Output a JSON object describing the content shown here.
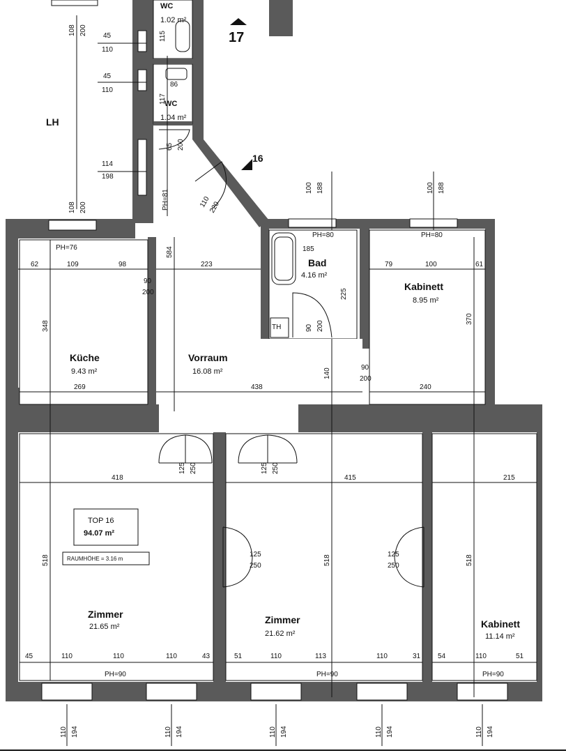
{
  "colors": {
    "wall": "#5a5a5a",
    "outer": "#4d4d4d",
    "line": "#111111",
    "paper": "#ffffff"
  },
  "stair_17": "17",
  "stair_16": "16",
  "rooms": {
    "lh": {
      "name": "LH"
    },
    "wc1": {
      "name": "WC",
      "area": "1.02 m²"
    },
    "wc2": {
      "name": "WC",
      "area": "1.04 m²"
    },
    "bad": {
      "name": "Bad",
      "area": "4.16 m²"
    },
    "kabinett1": {
      "name": "Kabinett",
      "area": "8.95 m²"
    },
    "kueche": {
      "name": "Küche",
      "area": "9.43 m²"
    },
    "vorraum": {
      "name": "Vorraum",
      "area": "16.08 m²"
    },
    "zimmer1": {
      "name": "Zimmer",
      "area": "21.65 m²"
    },
    "zimmer2": {
      "name": "Zimmer",
      "area": "21.62 m²"
    },
    "kabinett2": {
      "name": "Kabinett",
      "area": "11.14 m²"
    }
  },
  "top": {
    "name": "TOP 16",
    "area": "94.07 m²",
    "height": "RAUMHÖHE = 3.16 m"
  },
  "th": "TH",
  "ph": {
    "kueche": "PH=76",
    "bad": "PH=80",
    "kab1": "PH=80",
    "wc": "PH=81",
    "z1": "PH=90",
    "z2": "PH=90",
    "kab2": "PH=90"
  },
  "dims": {
    "lh_w1a": "108",
    "lh_w1b": "200",
    "wc1_a": "45",
    "wc1_b": "110",
    "wc2_a": "45",
    "wc2_b": "110",
    "lh_d_a": "114",
    "lh_d_b": "198",
    "lh_w2a": "108",
    "lh_w2b": "200",
    "wc1_115": "115",
    "wc2_86": "86",
    "wc2_117": "117",
    "wc_door_a": "65",
    "wc_door_b": "200",
    "entry_a": "110",
    "entry_b": "220",
    "bad_win_a": "100",
    "bad_win_b": "188",
    "kab1_win_a": "100",
    "kab1_win_b": "188",
    "k62": "62",
    "k109": "109",
    "k98": "98",
    "v223": "223",
    "b185": "185",
    "k79": "79",
    "k100": "100",
    "k61": "61",
    "v584": "584",
    "kd90": "90",
    "kd200": "200",
    "k348": "348",
    "b225": "225",
    "bd90": "90",
    "bd200": "200",
    "k370": "370",
    "k269": "269",
    "v438": "438",
    "k240": "240",
    "v140": "140",
    "kbd90": "90",
    "kbd200": "200",
    "z1d125": "125",
    "z1d250": "250",
    "z2d125": "125",
    "z2d250": "250",
    "z1w": "418",
    "z2w": "415",
    "kab2w": "215",
    "z1h": "518",
    "z2h": "518",
    "kab2h": "518",
    "md125": "125",
    "md250": "250",
    "rd125": "125",
    "rd250": "250",
    "z1_45": "45",
    "z1_110a": "110",
    "z1_110b": "110",
    "z1_110c": "110",
    "z1_43": "43",
    "z2_51": "51",
    "z2_110a": "110",
    "z2_113": "113",
    "z2_110b": "110",
    "z2_31": "31",
    "k2_54": "54",
    "k2_110": "110",
    "k2_51": "51",
    "bw1a": "110",
    "bw1b": "194",
    "bw2a": "110",
    "bw2b": "194",
    "bw3a": "110",
    "bw3b": "194",
    "bw4a": "110",
    "bw4b": "194",
    "bw5a": "110",
    "bw5b": "194"
  }
}
